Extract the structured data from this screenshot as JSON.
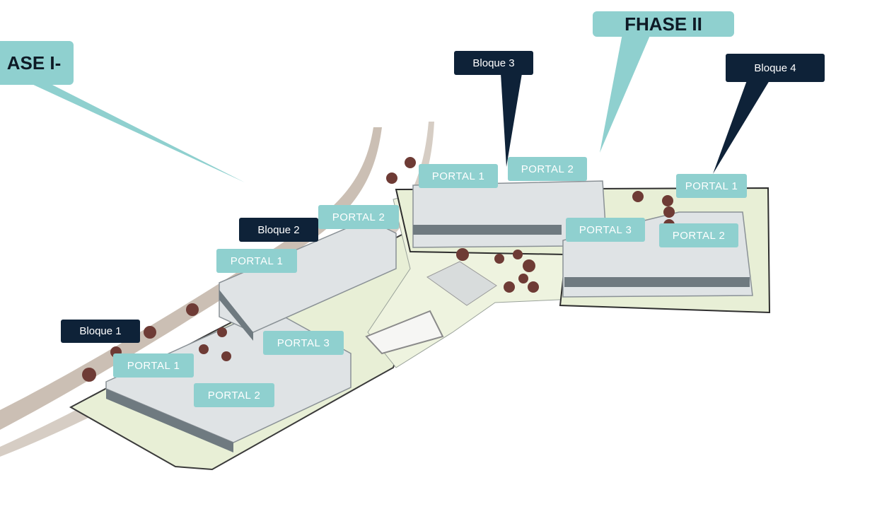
{
  "phases": {
    "phase1": "ASE I-",
    "phase2": "FHASE II"
  },
  "bloques": {
    "b1": "Bloque 1",
    "b2": "Bloque 2",
    "b3": "Bloque 3",
    "b4": "Bloque 4"
  },
  "portals": {
    "b1_p1": "PORTAL 1",
    "b1_p2": "PORTAL 2",
    "b1_p3": "PORTAL 3",
    "b2_p1": "PORTAL 1",
    "b2_p2": "PORTAL 2",
    "b3_p1": "PORTAL 1",
    "b3_p2": "PORTAL 2",
    "b3_p3": "PORTAL 3",
    "b4_p1": "PORTAL 1",
    "b4_p2": "PORTAL 2"
  },
  "colors": {
    "teal": "#8fd0cf",
    "navy": "#0e2238",
    "ground": "#e8efd6",
    "building": "#dfe3e5",
    "shade": "#6f7a80",
    "path": "#cbbfb4",
    "tree": "#6e3b35"
  }
}
